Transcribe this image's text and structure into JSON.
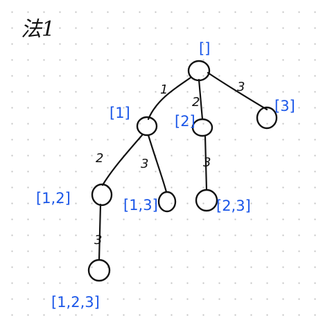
{
  "title": "法1",
  "nodes": [
    {
      "id": "root",
      "subset": "[]"
    },
    {
      "id": "n1",
      "subset": "[1]"
    },
    {
      "id": "n2",
      "subset": "[2]"
    },
    {
      "id": "n3",
      "subset": "[3]"
    },
    {
      "id": "n12",
      "subset": "[1,2]"
    },
    {
      "id": "n13",
      "subset": "[1,3]"
    },
    {
      "id": "n23",
      "subset": "[2,3]"
    },
    {
      "id": "n123",
      "subset": "[1,2,3]"
    }
  ],
  "edges": [
    {
      "from": "root",
      "to": "n1",
      "label": "1"
    },
    {
      "from": "root",
      "to": "n2",
      "label": "2"
    },
    {
      "from": "root",
      "to": "n3",
      "label": "3"
    },
    {
      "from": "n1",
      "to": "n12",
      "label": "2"
    },
    {
      "from": "n1",
      "to": "n13",
      "label": "3"
    },
    {
      "from": "n2",
      "to": "n23",
      "label": "3"
    },
    {
      "from": "n12",
      "to": "n123",
      "label": "3"
    }
  ],
  "colors": {
    "ink": "#111111",
    "subset_label": "#1a56e8"
  }
}
